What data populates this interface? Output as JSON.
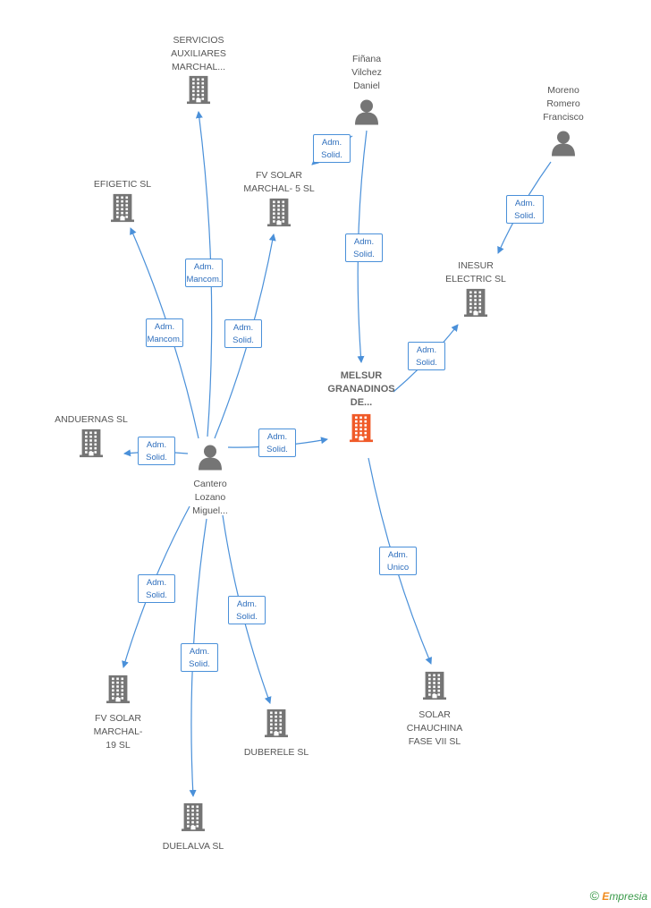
{
  "nodes": {
    "servicios": {
      "label": "SERVICIOS\nAUXILIARES\nMARCHAL...",
      "type": "company"
    },
    "efigetic": {
      "label": "EFIGETIC SL",
      "type": "company"
    },
    "fv_solar_5": {
      "label": "FV SOLAR\nMARCHAL- 5 SL",
      "type": "company"
    },
    "finana": {
      "label": "Fiñana\nVilchez\nDaniel",
      "type": "person"
    },
    "moreno": {
      "label": "Moreno\nRomero\nFrancisco",
      "type": "person"
    },
    "inesur": {
      "label": "INESUR\nELECTRIC SL",
      "type": "company"
    },
    "melsur": {
      "label": "MELSUR\nGRANADINOS\nDE...",
      "type": "company-main"
    },
    "anduernas": {
      "label": "ANDUERNAS SL",
      "type": "company"
    },
    "cantero": {
      "label": "Cantero\nLozano\nMiguel...",
      "type": "person"
    },
    "fv_solar_19": {
      "label": "FV SOLAR\nMARCHAL-\n19 SL",
      "type": "company"
    },
    "duberele": {
      "label": "DUBERELE SL",
      "type": "company"
    },
    "duelalva": {
      "label": "DUELALVA SL",
      "type": "company"
    },
    "solar_chauchina": {
      "label": "SOLAR\nCHAUCHINA\nFASE VII SL",
      "type": "company"
    }
  },
  "edges": [
    {
      "from": "cantero",
      "to": "servicios",
      "label": "Adm.\nMancom."
    },
    {
      "from": "cantero",
      "to": "efigetic",
      "label": "Adm.\nMancom."
    },
    {
      "from": "cantero",
      "to": "fv_solar_5",
      "label": "Adm.\nSolid."
    },
    {
      "from": "cantero",
      "to": "anduernas",
      "label": "Adm.\nSolid."
    },
    {
      "from": "cantero",
      "to": "melsur",
      "label": "Adm.\nSolid."
    },
    {
      "from": "cantero",
      "to": "fv_solar_19",
      "label": "Adm.\nSolid."
    },
    {
      "from": "cantero",
      "to": "duelalva",
      "label": "Adm.\nSolid."
    },
    {
      "from": "cantero",
      "to": "duberele",
      "label": "Adm.\nSolid."
    },
    {
      "from": "finana",
      "to": "fv_solar_5",
      "label": "Adm.\nSolid."
    },
    {
      "from": "finana",
      "to": "melsur",
      "label": "Adm.\nSolid."
    },
    {
      "from": "moreno",
      "to": "inesur",
      "label": "Adm.\nSolid."
    },
    {
      "from": "melsur",
      "to": "inesur",
      "label": "Adm.\nSolid."
    },
    {
      "from": "melsur",
      "to": "solar_chauchina",
      "label": "Adm.\nUnico"
    }
  ],
  "colors": {
    "edge": "#4a90d9",
    "company_icon": "#757575",
    "main_icon": "#f05a28",
    "person_icon": "#757575"
  },
  "footer": {
    "copyright": "©",
    "brand_first": "E",
    "brand_rest": "mpresia"
  }
}
